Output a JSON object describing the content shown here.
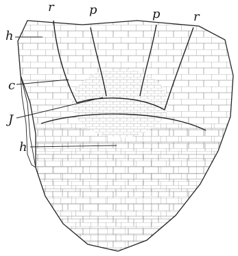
{
  "figure": {
    "labels": {
      "r_left": "r",
      "p_left": "p",
      "p_right": "p",
      "r_right": "r",
      "h_top": "h",
      "c": "c",
      "J": "J",
      "h_bottom": "h"
    }
  }
}
